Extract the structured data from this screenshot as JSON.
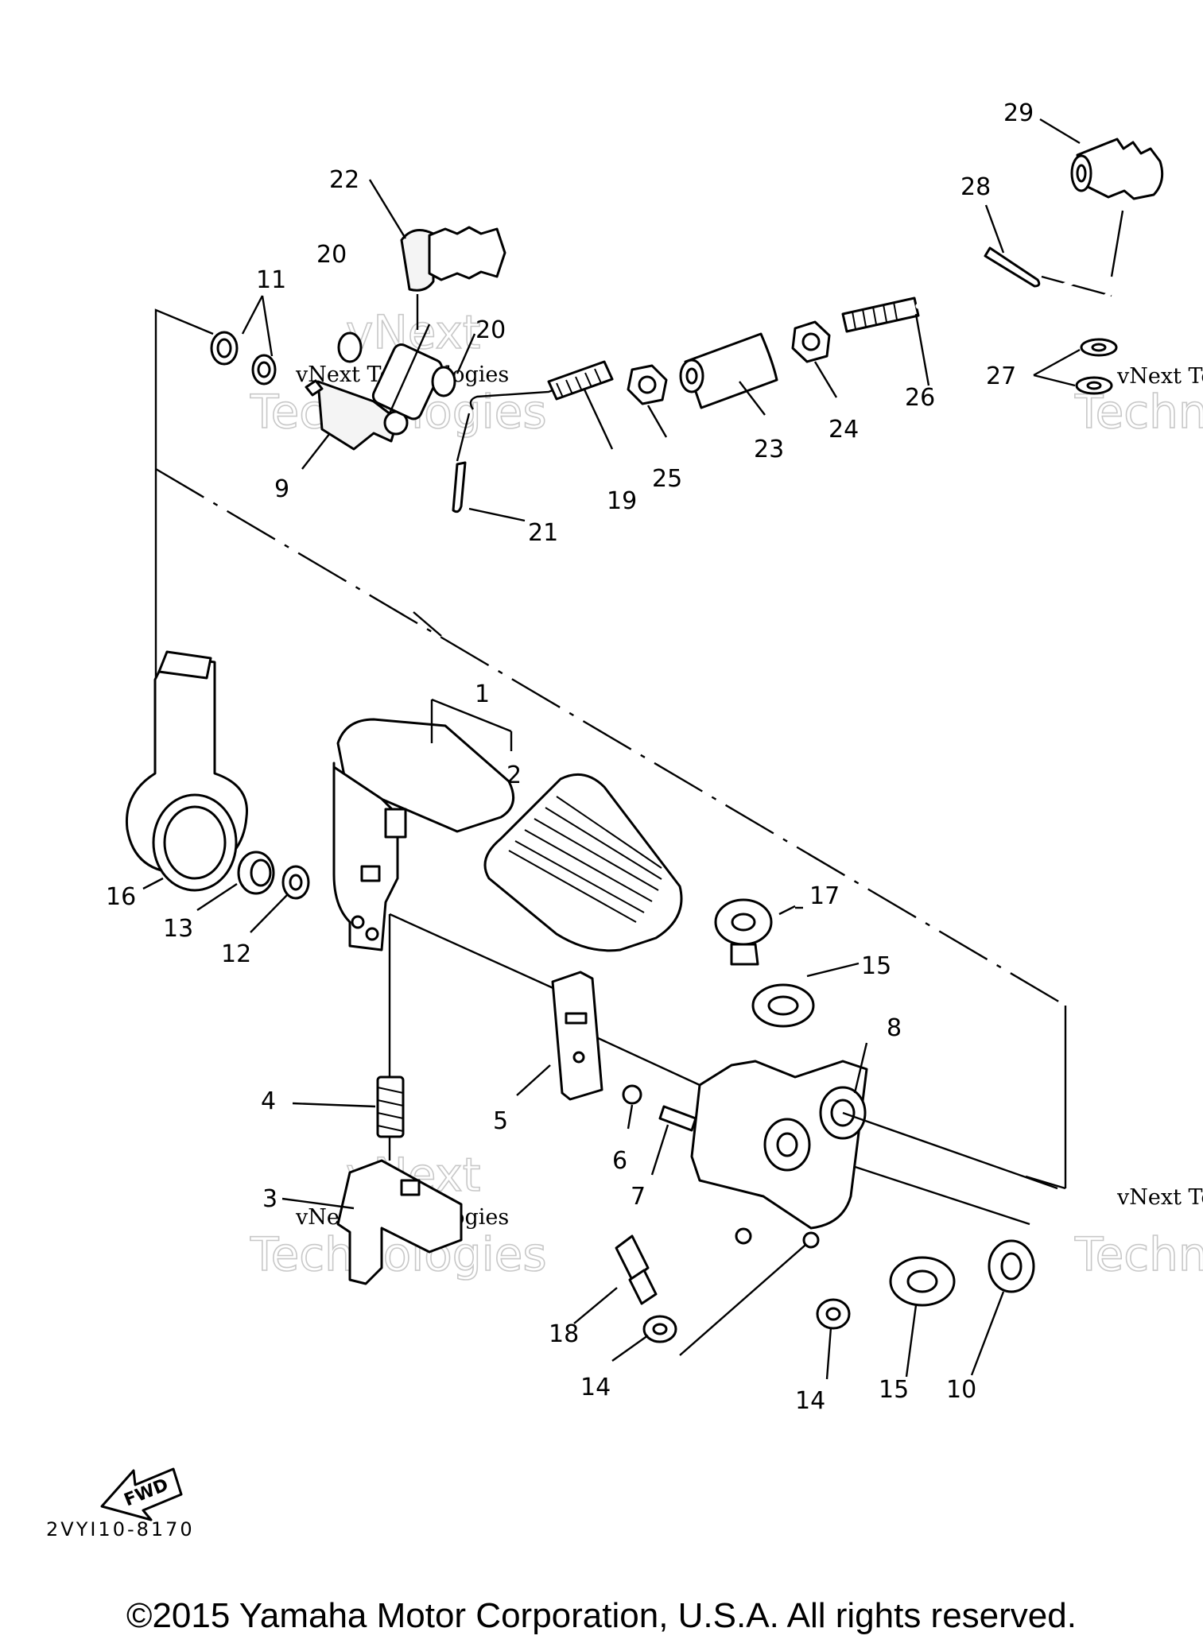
{
  "diagram": {
    "callouts": {
      "c1": "1",
      "c2": "2",
      "c3": "3",
      "c4": "4",
      "c5": "5",
      "c6": "6",
      "c7": "7",
      "c8": "8",
      "c9": "9",
      "c10": "10",
      "c11": "11",
      "c12": "12",
      "c13": "13",
      "c14a": "14",
      "c14b": "14",
      "c15a": "15",
      "c15b": "15",
      "c16": "16",
      "c17": "17",
      "c18": "18",
      "c19": "19",
      "c20a": "20",
      "c20b": "20",
      "c21": "21",
      "c22": "22",
      "c23": "23",
      "c24": "24",
      "c25": "25",
      "c26": "26",
      "c27": "27",
      "c28": "28",
      "c29": "29"
    },
    "fwd_label": "FWD",
    "part_code": "2VYI10-8170"
  },
  "watermark": {
    "line1": "vNext Technologies",
    "big": "Technologies",
    "big_top": "vNext"
  },
  "footer": {
    "copyright": "©2015 Yamaha Motor Corporation, U.S.A. All rights reserved."
  },
  "colors": {
    "ink": "#000000",
    "paper": "#ffffff",
    "watermark": "#c8c8c8"
  }
}
